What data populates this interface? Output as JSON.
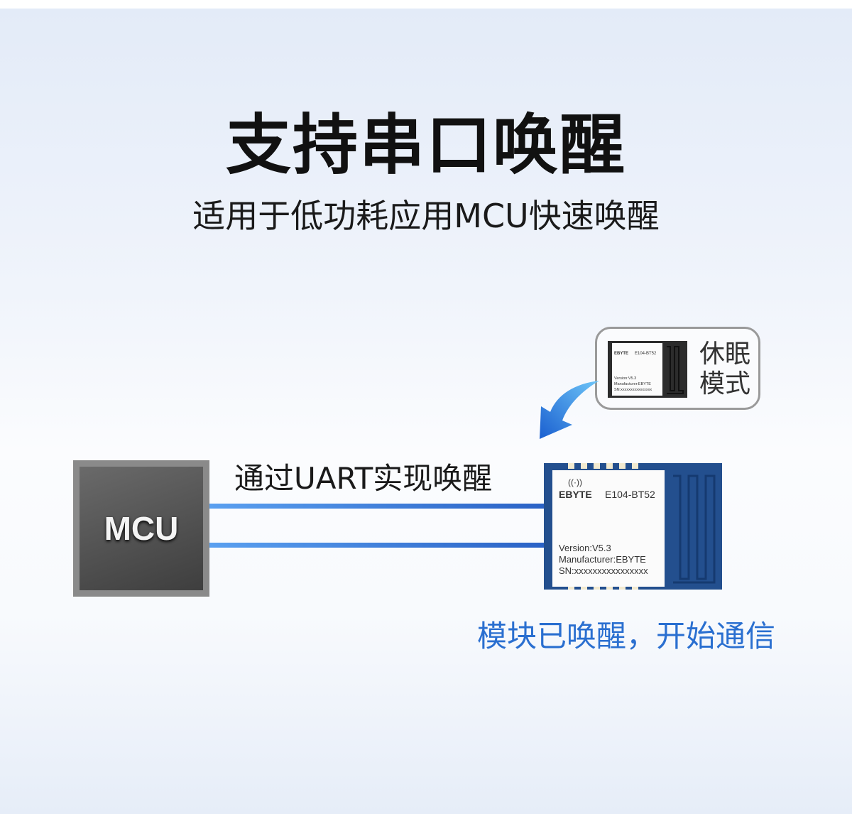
{
  "title": "支持串口唤醒",
  "subtitle": "适用于低功耗应用MCU快速唤醒",
  "mcu": {
    "label": "MCU"
  },
  "connection_label": "通过UART实现唤醒",
  "status_text": "模块已唤醒，开始通信",
  "sleep_badge": {
    "line1": "休眠",
    "line2": "模式"
  },
  "module": {
    "brand": "EBYTE",
    "model": "E104-BT52",
    "version": "Version:V5.3",
    "manufacturer": "Manufacturer:EBYTE",
    "sn": "SN:xxxxxxxxxxxxxxxx"
  },
  "colors": {
    "module_blue": "#234f8e",
    "line_blue": "#3a7ee0",
    "status_blue": "#2a6fd0"
  }
}
